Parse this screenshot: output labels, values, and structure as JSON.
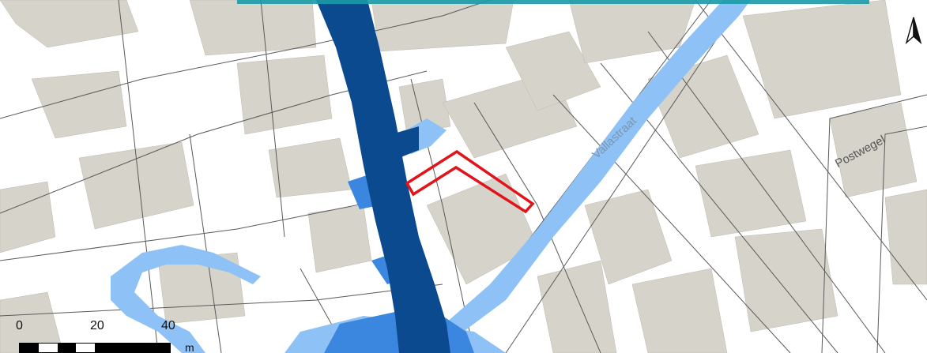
{
  "map": {
    "street_labels": {
      "postwegel": "Postwegel",
      "diagonal_street": "Vallastraat"
    },
    "scale": {
      "ticks": [
        "0",
        "20",
        "40"
      ],
      "unit": "m"
    },
    "north_arrow_icon": "north-arrow-icon",
    "colors": {
      "background": "#ffffff",
      "building": "#d6d3cb",
      "parcel_line": "#5a5a5a",
      "flood_light": "#8ec1f5",
      "flood_medium": "#3b87e0",
      "flood_dark": "#0b4a8f",
      "highlight": "#e0151b"
    },
    "layers": [
      "parcel-lines",
      "buildings",
      "flood-depth-light",
      "flood-depth-medium",
      "flood-depth-dark",
      "highlighted-parcel"
    ]
  }
}
